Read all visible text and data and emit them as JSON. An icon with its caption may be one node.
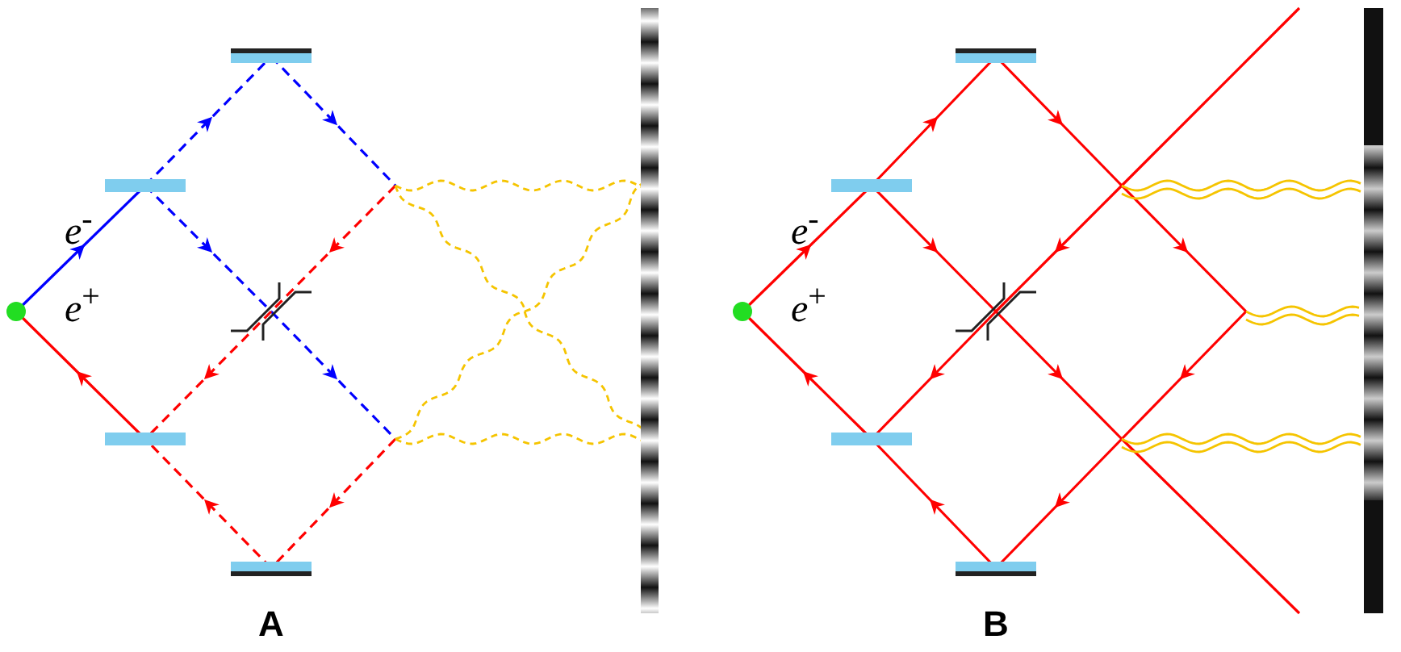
{
  "diagram": {
    "labels": [
      "*e*$^{-}$",
      "*e*$^{-}$",
      "*e*$^{+}$",
      "*e*$^{+}$",
      "A",
      "B"
    ]
  }
}
